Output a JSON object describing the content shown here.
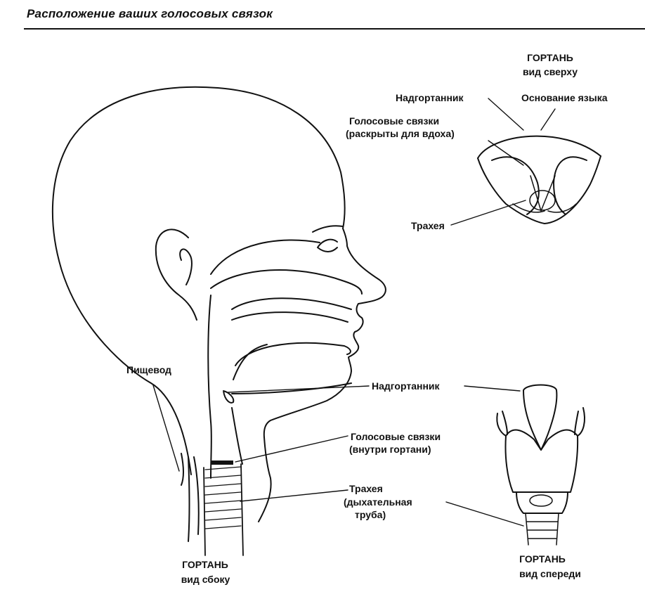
{
  "title": "Расположение ваших голосовых связок",
  "top_view": {
    "heading_1": "ГОРТАНЬ",
    "heading_2": "вид сверху",
    "epiglottis": "Надгортанник",
    "tongue_base": "Основание языка",
    "vocal_cords_1": "Голосовые связки",
    "vocal_cords_2": "(раскрыты для вдоха)",
    "trachea": "Трахея"
  },
  "side_view": {
    "esophagus": "Пищевод",
    "epiglottis": "Надгортанник",
    "vocal_cords_1": "Голосовые связки",
    "vocal_cords_2": "(внутри гортани)",
    "trachea_1": "Трахея",
    "trachea_2": "(дыхательная",
    "trachea_3": "труба)",
    "heading_1": "ГОРТАНЬ",
    "heading_2": "вид сбоку"
  },
  "front_view": {
    "heading_1": "ГОРТАНЬ",
    "heading_2": "вид спереди"
  }
}
